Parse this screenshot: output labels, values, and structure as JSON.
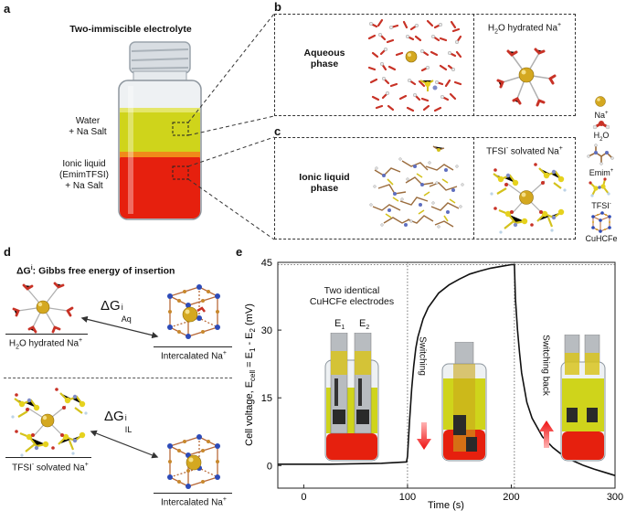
{
  "panel_a": {
    "letter": "a",
    "title": "Two-immiscible electrolyte",
    "water_label": [
      "Water",
      "+ Na Salt"
    ],
    "il_label": [
      "Ionic liquid",
      "(EmimTFSI)",
      "+ Na Salt"
    ]
  },
  "panel_b": {
    "letter": "b",
    "phase_label": [
      "Aqueous",
      "phase"
    ],
    "right_label_pre": "H",
    "right_label_sub": "2",
    "right_label_post": "O hydrated Na",
    "right_label_sup": "+"
  },
  "panel_c": {
    "letter": "c",
    "phase_label": [
      "Ionic liquid",
      "phase"
    ],
    "right_label_pre": "TFSI",
    "right_label_sup1": "-",
    "right_label_post": " solvated Na",
    "right_label_sup2": "+"
  },
  "legend": {
    "na": "Na",
    "na_sup": "+",
    "h2o_pre": "H",
    "h2o_sub": "2",
    "h2o_post": "O",
    "emim": "Emim",
    "emim_sup": "+",
    "tfsi": "TFSI",
    "tfsi_sup": "-",
    "cuhcfe": "CuHCFe"
  },
  "panel_d": {
    "letter": "d",
    "title_pre": "ΔG",
    "title_sup": "i",
    "title_post": ": Gibbs free energy of insertion",
    "dg": "ΔG",
    "dg_sup": "i",
    "dg_aq_sub": "Aq",
    "dg_il_sub": "IL",
    "h2o_hydrated_pre": "H",
    "h2o_hydrated_sub": "2",
    "h2o_hydrated_post": "O hydrated Na",
    "h2o_hydrated_sup": "+",
    "intercalated": "Intercalated Na",
    "intercalated_sup": "+",
    "tfsi_solvated_pre": "TFSI",
    "tfsi_solvated_sup1": "-",
    "tfsi_solvated_post": " solvated Na",
    "tfsi_solvated_sup2": "+"
  },
  "panel_e": {
    "letter": "e",
    "electrodes_label": [
      "Two identical",
      "CuHCFe electrodes"
    ],
    "e1": "E",
    "e1_sub": "1",
    "e2": "E",
    "e2_sub": "2",
    "switching": "Switching",
    "switching_back": "Switching back"
  },
  "chart_data": {
    "type": "line",
    "xlabel": "Time (s)",
    "ylabel": "Cell voltage, E_cell = E_1 - E_2 (mV)",
    "xlim": [
      -25,
      300
    ],
    "ylim": [
      -5,
      45
    ],
    "xticks": [
      0,
      100,
      200,
      300
    ],
    "yticks": [
      0,
      15,
      30,
      45
    ],
    "reference_lines": {
      "vertical_x": [
        100,
        203
      ],
      "horizontal_y": 44.5
    },
    "series": [
      {
        "x": [
          -25,
          0,
          25,
          50,
          75,
          99,
          100,
          102,
          104,
          106,
          108,
          110,
          115,
          120,
          130,
          140,
          150,
          160,
          170,
          180,
          190,
          200,
          203,
          204,
          206,
          208,
          210,
          215,
          220,
          230,
          240,
          250,
          260,
          270,
          280,
          290,
          300
        ],
        "y": [
          0.3,
          0.3,
          0.3,
          0.4,
          0.5,
          0.8,
          2,
          10,
          17,
          22,
          26,
          28.5,
          32.5,
          35,
          38.2,
          40,
          41.3,
          42.4,
          43.1,
          43.7,
          44.1,
          44.5,
          44.5,
          37,
          30,
          25,
          20.5,
          14,
          10.5,
          6.4,
          4,
          2.2,
          1,
          0,
          -0.8,
          -1.5,
          -2.2
        ]
      }
    ]
  }
}
